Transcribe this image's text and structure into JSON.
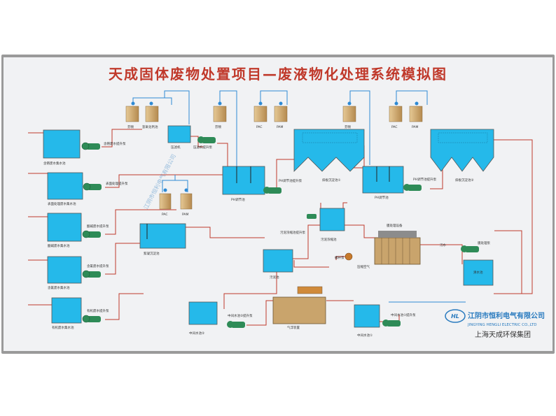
{
  "title": "天成固体废物处置项目—废液物化处理系统模拟图",
  "labels": {
    "fenton": "芬顿",
    "ca_tank": "氢氧化钙池",
    "pressure_filter": "压滤机",
    "filtrate_pump": "压滤机提升泵",
    "pac": "PAC",
    "pam": "PAM",
    "ph1": "PH调节池",
    "ph2": "PH调节池",
    "ph_pump2": "PH调节池提升泵",
    "sed1": "斜板沉淀池①",
    "sed2": "斜板沉淀池②",
    "pump_s1": "含铬废水提升泵",
    "tank_s1": "含铬废水集水池",
    "tank_s2": "表面处理废水集水池",
    "pump_s2": "表面处理提升泵",
    "tank_s3": "酸碱废水集水池",
    "pump_s3": "酸碱废水提升泵",
    "tank_s4": "含氰废水集水池",
    "pump_s4": "含氰废水提升泵",
    "tank_s5": "有机废水集水池",
    "pump_s5": "有机废水提升泵",
    "coag": "絮凝沉淀池",
    "sludge_pump": "污泥浓缩池提升泵",
    "thickener": "污泥浓缩池",
    "screw_pump": "螺杆泵",
    "sludge_tank": "污泥池",
    "mbr": "膜处理设备",
    "mbr_pump": "膜处理泵",
    "clean_tank": "清水池",
    "mid2": "中间水池②",
    "mid2_pump": "中间水池②提升泵",
    "aeration": "气浮装置",
    "mid1": "中间水池①",
    "mid1_pump": "中间水池①提升泵",
    "air": "压缩空气",
    "wastewater": "污水"
  },
  "logo": {
    "cn": "江阴市恒利电气有限公司",
    "en": "JINGYING HENGLI ELECTRIC CO.,LTD",
    "group": "上海天成环保集团",
    "mark": "HL"
  },
  "colors": {
    "water": "#25b9ea",
    "pipe": "#c0392b",
    "title": "#c0392b",
    "pump": "#2e8b57",
    "chem": "#c9a46c",
    "air_pipe": "#2e8ad4"
  }
}
